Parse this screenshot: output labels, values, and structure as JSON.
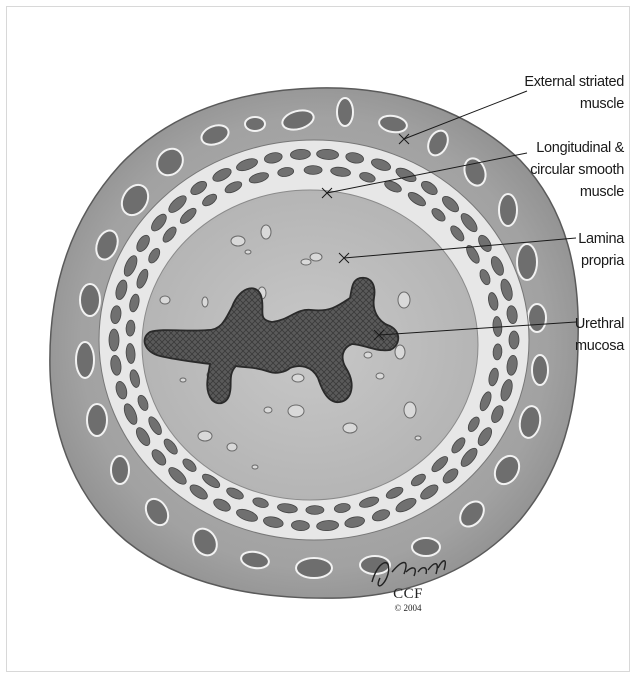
{
  "labels": {
    "external_striated": {
      "line1": "External striated",
      "line2": "muscle"
    },
    "longitudinal": {
      "line1": "Longitudinal &",
      "line2": "circular smooth",
      "line3": "muscle"
    },
    "lamina": {
      "line1": "Lamina",
      "line2": "propria"
    },
    "urethral": {
      "line1": "Urethral",
      "line2": "mucosa"
    }
  },
  "signature": {
    "name": "DHolaes",
    "org": "CCF",
    "year": "© 2004"
  },
  "colors": {
    "outer_tissue": "#9a9a9a",
    "muscle_band": "#e6e6e6",
    "muscle_bundle": "#6d6d6d",
    "lamina": "#bdbdbd",
    "mucosa": "#4d4d4d",
    "leader_line": "#1a1a1a"
  }
}
